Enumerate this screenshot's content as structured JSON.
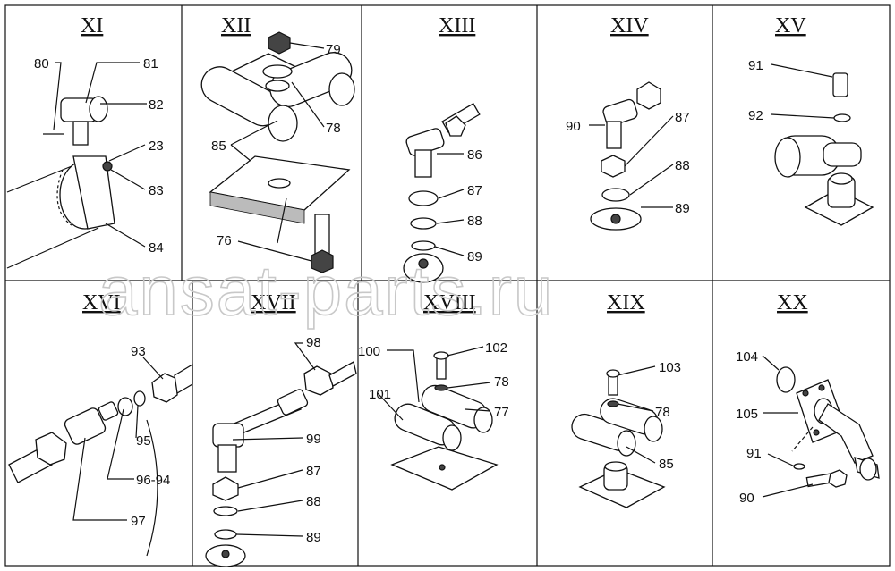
{
  "panels": [
    {
      "id": "XI",
      "title": "XI",
      "labels": [
        "80",
        "81",
        "82",
        "23",
        "83",
        "84"
      ]
    },
    {
      "id": "XII",
      "title": "XII",
      "labels": [
        "79",
        "78",
        "85",
        "76"
      ]
    },
    {
      "id": "XIII",
      "title": "XIII",
      "labels": [
        "86",
        "87",
        "88",
        "89"
      ]
    },
    {
      "id": "XIV",
      "title": "XIV",
      "labels": [
        "90",
        "87",
        "88",
        "89"
      ]
    },
    {
      "id": "XV",
      "title": "XV",
      "labels": [
        "91",
        "92"
      ]
    },
    {
      "id": "XVI",
      "title": "XVI",
      "labels": [
        "93",
        "95",
        "96-94",
        "97"
      ]
    },
    {
      "id": "XVII",
      "title": "XVII",
      "labels": [
        "98",
        "99",
        "87",
        "88",
        "89"
      ]
    },
    {
      "id": "XVIII",
      "title": "XVIII",
      "labels": [
        "100",
        "102",
        "101",
        "78",
        "77"
      ]
    },
    {
      "id": "XIX",
      "title": "XIX",
      "labels": [
        "103",
        "78",
        "85"
      ]
    },
    {
      "id": "XX",
      "title": "XX",
      "labels": [
        "104",
        "105",
        "91",
        "90"
      ]
    }
  ],
  "watermark": "ansat-parts.ru",
  "colors": {
    "line": "#111111",
    "watermark": "#c8c8c8",
    "background": "#ffffff"
  }
}
